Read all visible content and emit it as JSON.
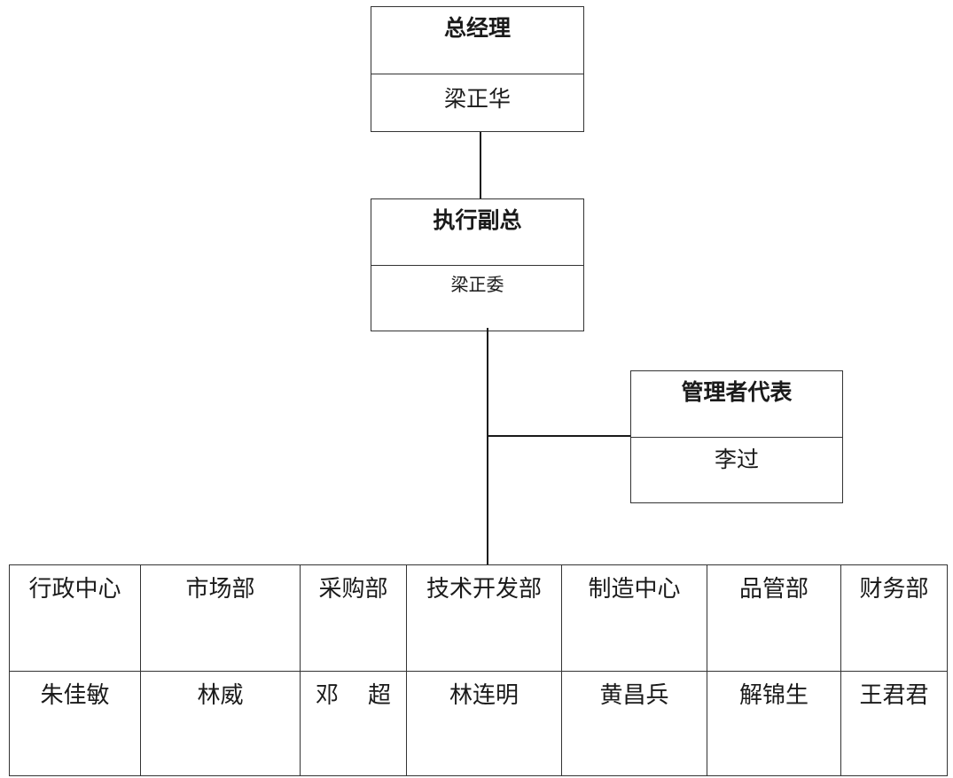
{
  "org": {
    "general_manager": {
      "title": "总经理",
      "name": "梁正华"
    },
    "executive_vp": {
      "title": "执行副总",
      "name": "梁正委"
    },
    "management_rep": {
      "title": "管理者代表",
      "name": "李过"
    }
  },
  "departments": [
    {
      "name": "行政中心",
      "head": "朱佳敏"
    },
    {
      "name": "市场部",
      "head": "林威"
    },
    {
      "name": "采购部",
      "head": "邓    超"
    },
    {
      "name": "技术开发部",
      "head": "林连明"
    },
    {
      "name": "制造中心",
      "head": "黄昌兵"
    },
    {
      "name": "品管部",
      "head": "解锦生"
    },
    {
      "name": "财务部",
      "head": "王君君"
    }
  ]
}
